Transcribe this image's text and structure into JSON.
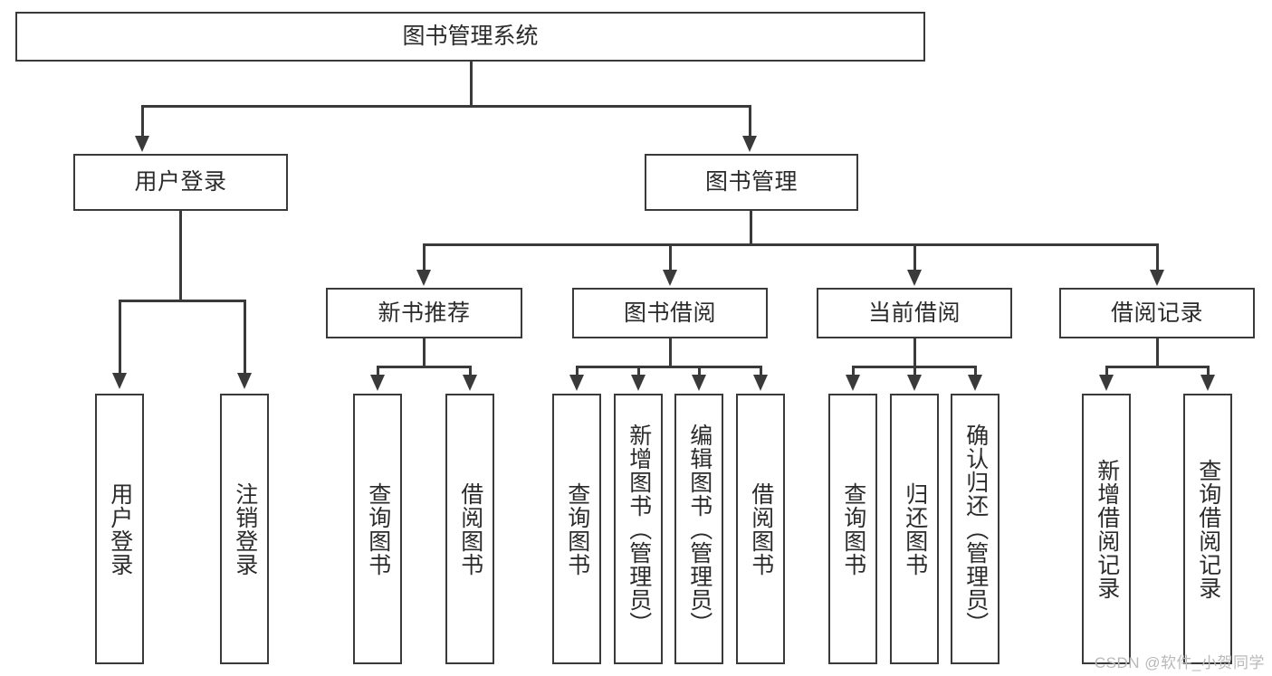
{
  "diagram": {
    "title": "图书管理系统",
    "type": "hierarchy-tree",
    "line_color": "#3a3a3a",
    "box_fill": "#ffffff",
    "text_color": "#2b2b2b",
    "root": {
      "label": "图书管理系统"
    },
    "level2": [
      {
        "label": "用户登录"
      },
      {
        "label": "图书管理"
      }
    ],
    "level3": [
      {
        "label": "新书推荐"
      },
      {
        "label": "图书借阅"
      },
      {
        "label": "当前借阅"
      },
      {
        "label": "借阅记录"
      }
    ],
    "leaves": {
      "user_login": [
        {
          "label": "用户登录"
        },
        {
          "label": "注销登录"
        }
      ],
      "new_book_recommend": [
        {
          "label": "查询图书"
        },
        {
          "label": "借阅图书"
        }
      ],
      "book_borrow": [
        {
          "label": "查询图书"
        },
        {
          "label": "新增图书（管理员）"
        },
        {
          "label": "编辑图书（管理员）"
        },
        {
          "label": "借阅图书"
        }
      ],
      "current_borrow": [
        {
          "label": "查询图书"
        },
        {
          "label": "归还图书"
        },
        {
          "label": "确认归还（管理员）"
        }
      ],
      "borrow_record": [
        {
          "label": "新增借阅记录"
        },
        {
          "label": "查询借阅记录"
        }
      ]
    }
  },
  "watermark": {
    "text": "CSDN @软件_小贺同学"
  }
}
